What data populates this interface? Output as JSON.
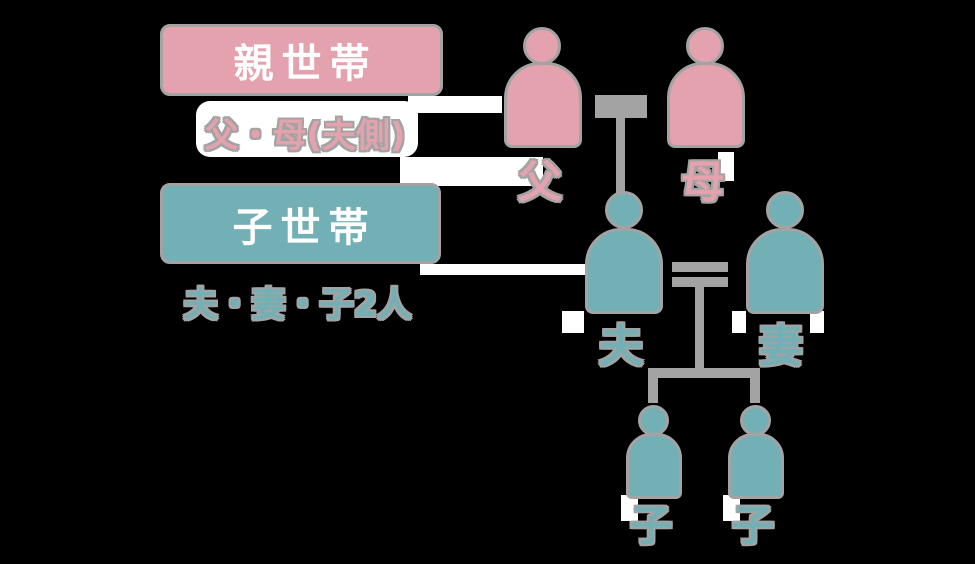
{
  "colors": {
    "parent_accent": "#e3a2ad",
    "child_accent": "#72b0b6",
    "connector_gray": "#a3a3a3",
    "box_text_white": "#ffffff",
    "background": "#000000"
  },
  "parent_household": {
    "box_label": "親世帯",
    "subtitle": "父・母(夫側)",
    "members": [
      {
        "label": "父"
      },
      {
        "label": "母"
      }
    ]
  },
  "child_household": {
    "box_label": "子世帯",
    "subtitle": "夫・妻・子2人",
    "members": [
      {
        "label": "夫"
      },
      {
        "label": "妻"
      },
      {
        "label": "子"
      },
      {
        "label": "子"
      }
    ]
  }
}
